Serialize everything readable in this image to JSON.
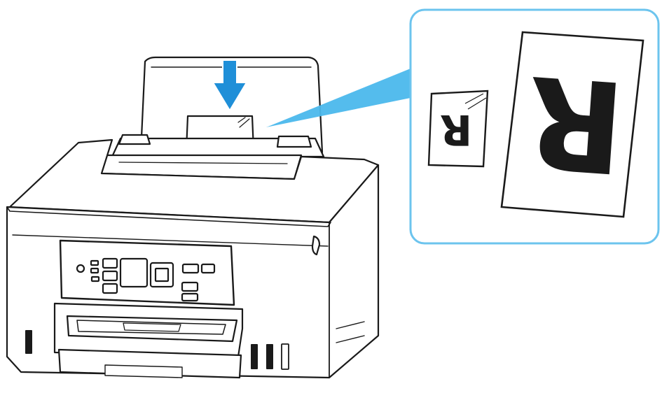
{
  "figure": {
    "subject": "printer-loading-paper-rear-tray",
    "callout": {
      "border_color": "#6CC4EE",
      "pointer_color": "#4BB8EC",
      "small_sheet_letter": "R",
      "large_sheet_letter": "R"
    },
    "arrow": {
      "color": "#1F8FD8",
      "direction": "down"
    },
    "printer": {
      "stroke_color": "#1a1a1a",
      "fill_color": "#ffffff",
      "ink_tank_count": 4
    }
  }
}
